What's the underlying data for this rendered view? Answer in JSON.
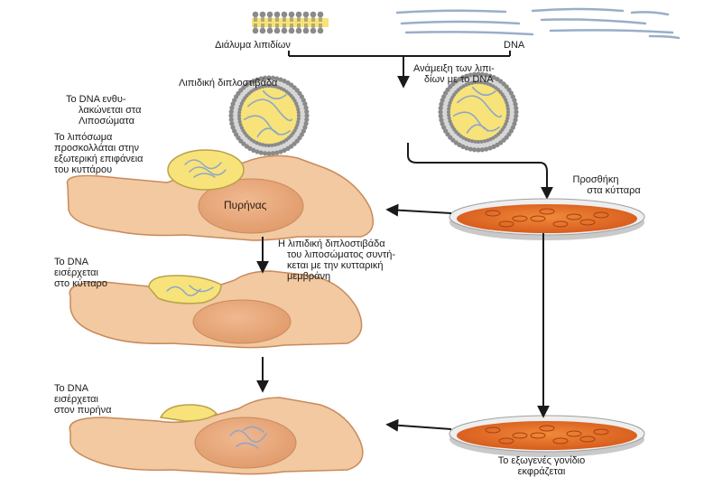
{
  "labels": {
    "lipid_solution": "Διάλυμα λιπιδίων",
    "dna": "DNA",
    "mixing_1": "Ανάμειξη των λιπι-",
    "mixing_2": "δίων με το DNA",
    "lipid_bilayer": "Λιπιδική διπλοστιβάδα",
    "encapsulated_1": "Το DNA ενθυ-",
    "encapsulated_2": "λακώνεται στα",
    "encapsulated_3": "Λιποσώματα",
    "attach_1": "Το λιπόσωμα",
    "attach_2": "προσκολλάται στην",
    "attach_3": "εξωτερική επιφάνεια",
    "attach_4": "του κυττάρου",
    "add_cells_1": "Προσθήκη",
    "add_cells_2": "στα κύτταρα",
    "nucleus": "Πυρήνας",
    "fusion_1": "Η λιπιδική διπλοστιβάδα",
    "fusion_2": "του λιποσώματος συντή-",
    "fusion_3": "κεται με την κυτταρική",
    "fusion_4": "μεμβράνη",
    "enters_cell_1": "Το DNA",
    "enters_cell_2": "εισέρχεται",
    "enters_cell_3": "στο κύτταρο",
    "enters_nucleus_1": "Το DNA",
    "enters_nucleus_2": "εισέρχεται",
    "enters_nucleus_3": "στον πυρήνα",
    "expressed_1": "Το εξωγενές γονίδιο",
    "expressed_2": "εκφράζεται"
  },
  "colors": {
    "cell": "#f2c9a0",
    "cell_edge": "#c98a5a",
    "nucleus": "#e9a87a",
    "liposome_core": "#f7e37a",
    "lipid_head": "#8a8a8a",
    "dna_strand": "#8fa6c7",
    "dish_medium": "#e06a1c",
    "arrow": "#1a1a1a"
  },
  "icons": {
    "bilayer": "lipid-bilayer-icon",
    "dna": "dna-strands-icon",
    "liposome": "liposome-icon",
    "dish": "petri-dish-icon"
  }
}
